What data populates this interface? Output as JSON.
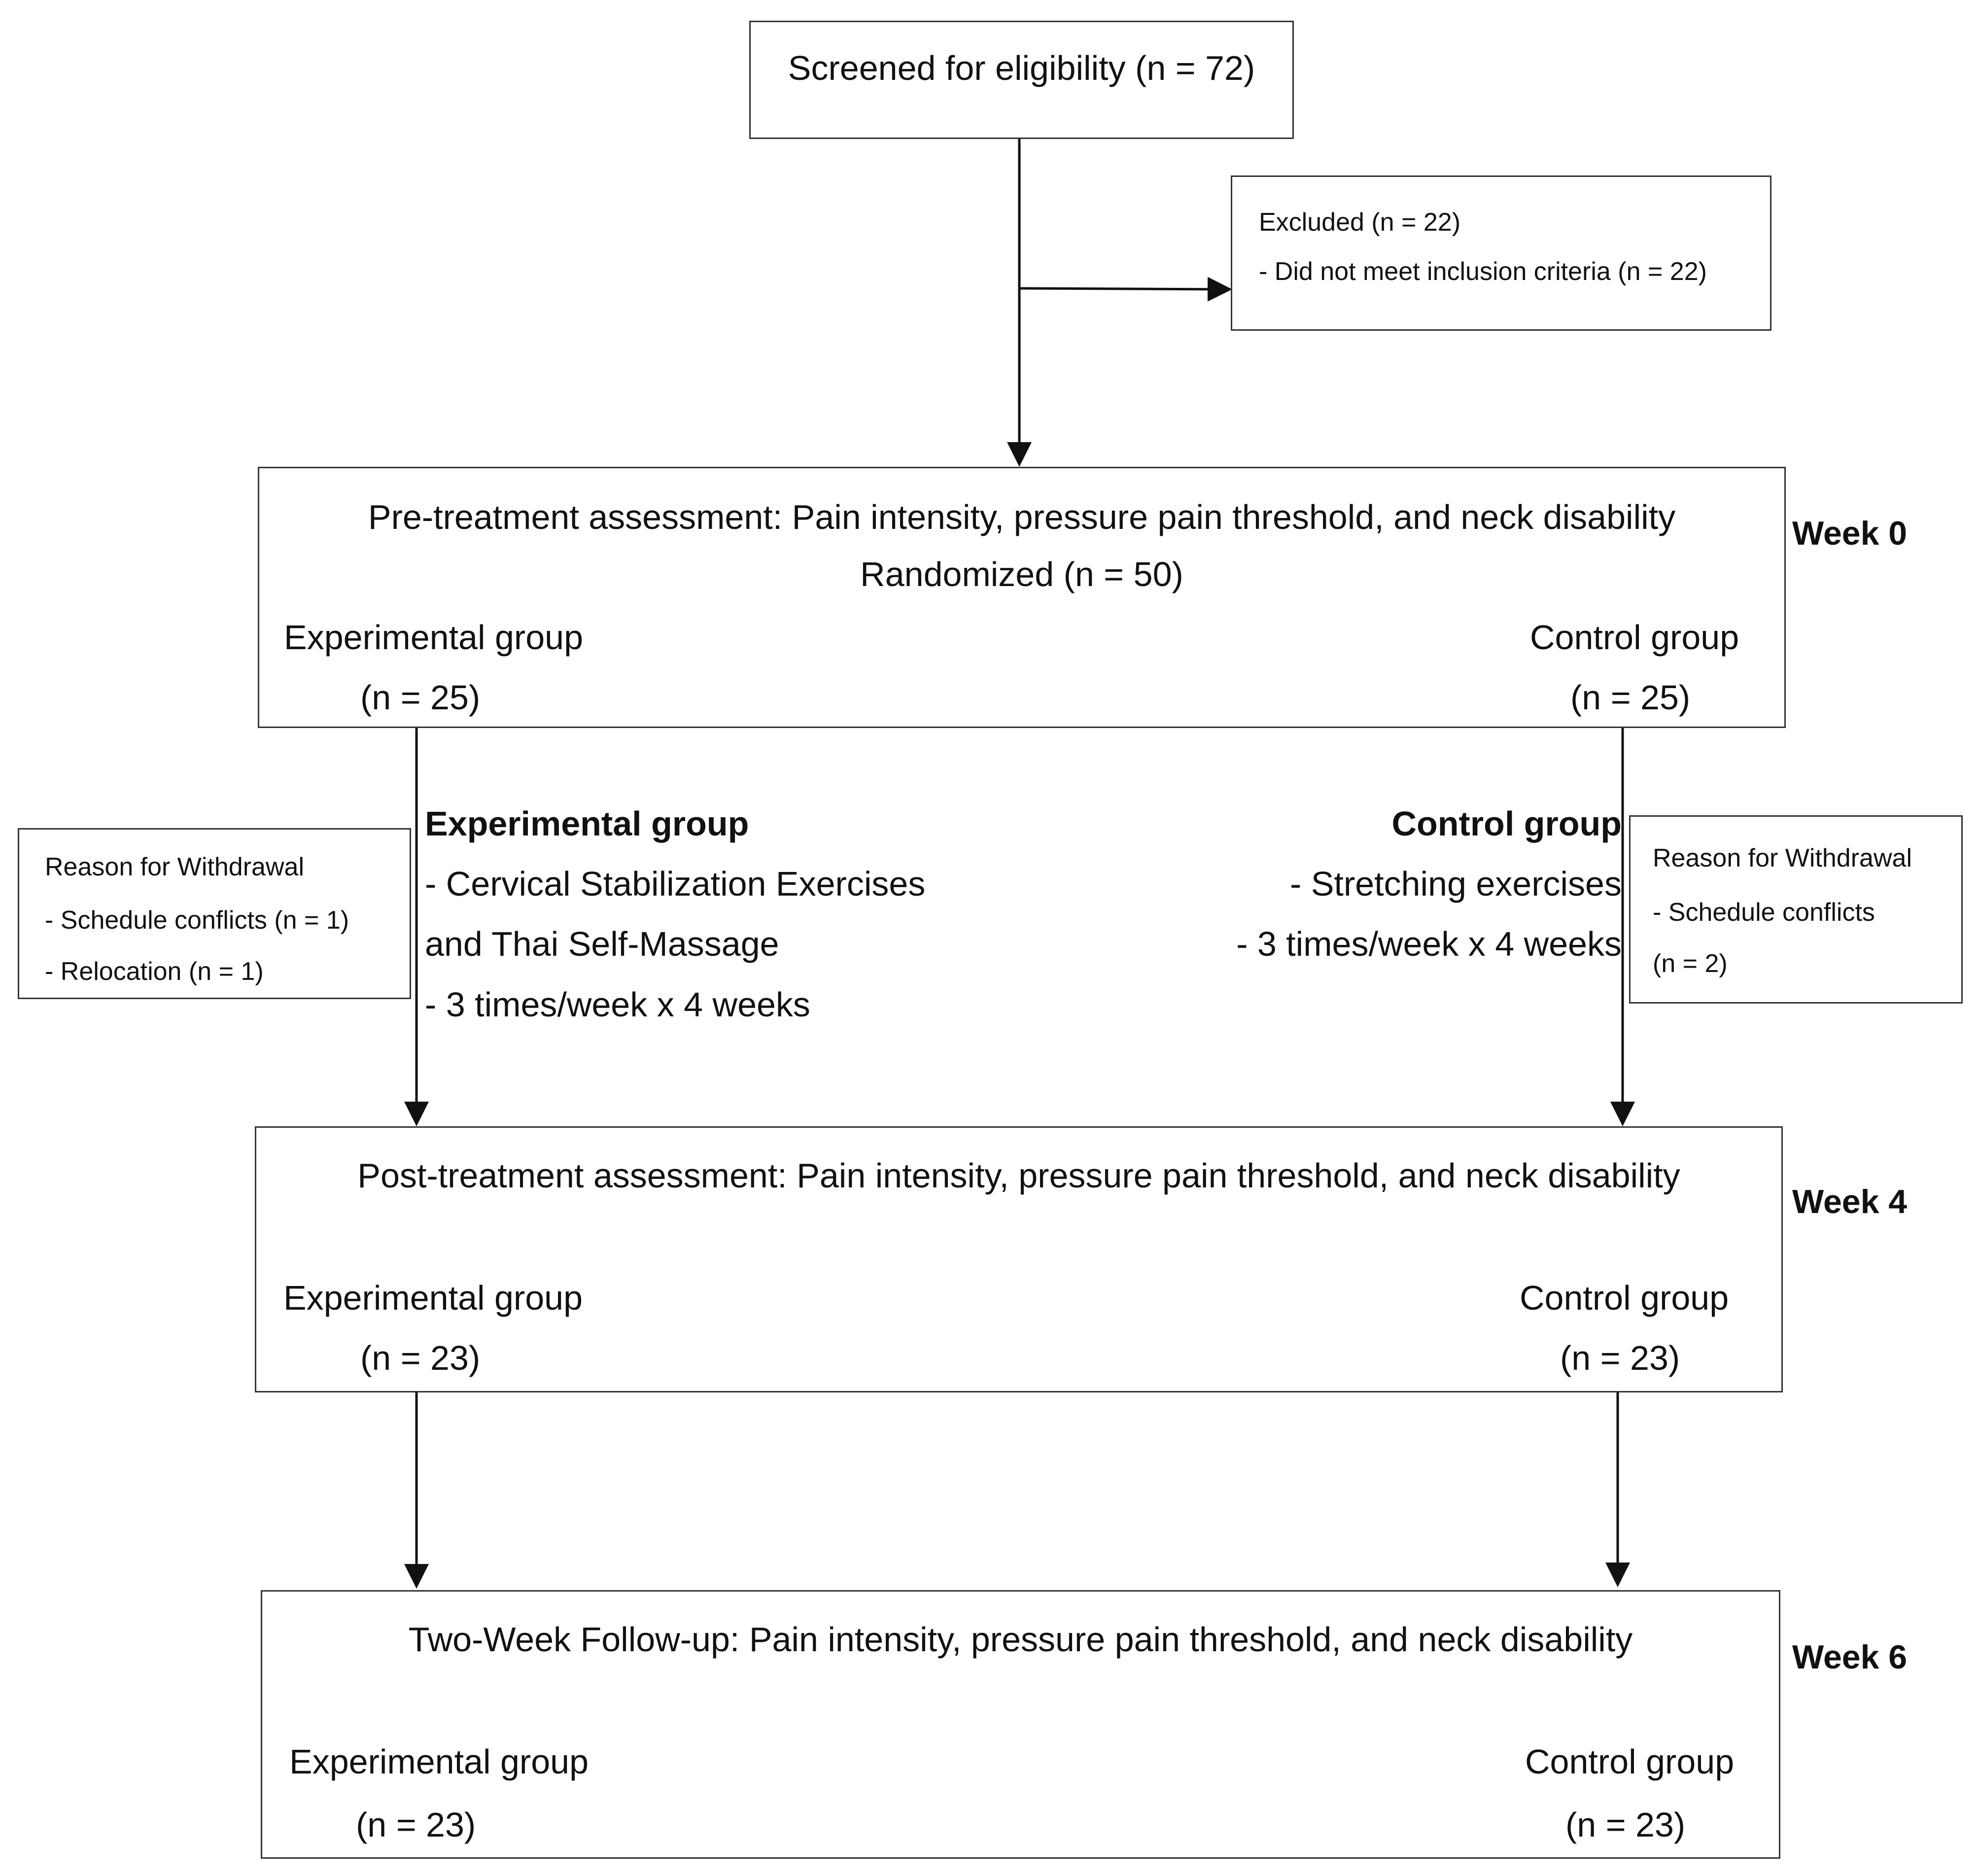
{
  "screened": {
    "text": "Screened for eligibility (n = 72)"
  },
  "excluded": {
    "title": "Excluded (n = 22)",
    "reason": "- Did not meet inclusion criteria (n = 22)"
  },
  "pre": {
    "title": "Pre-treatment assessment: Pain intensity, pressure pain threshold, and neck disability",
    "randomized": "Randomized (n = 50)",
    "exp_label": "Experimental group",
    "exp_n": "(n = 25)",
    "ctrl_label": "Control group",
    "ctrl_n": "(n = 25)",
    "week": "Week 0"
  },
  "intervention": {
    "exp_title": "Experimental group",
    "exp_line1": "- Cervical Stabilization Exercises",
    "exp_line2": "and Thai Self-Massage",
    "exp_line3": "- 3 times/week x 4 weeks",
    "ctrl_title": "Control group",
    "ctrl_line1": "- Stretching exercises",
    "ctrl_line2": "- 3 times/week x 4 weeks"
  },
  "withdrawal_exp": {
    "title": "Reason for Withdrawal",
    "line1": "- Schedule conflicts (n = 1)",
    "line2": "- Relocation (n = 1)"
  },
  "withdrawal_ctrl": {
    "title": "Reason for Withdrawal",
    "line1": "- Schedule conflicts",
    "line2": "(n = 2)"
  },
  "post": {
    "title": "Post-treatment assessment: Pain intensity, pressure pain threshold, and neck disability",
    "exp_label": "Experimental group",
    "exp_n": "(n = 23)",
    "ctrl_label": "Control group",
    "ctrl_n": "(n = 23)",
    "week": "Week 4"
  },
  "followup": {
    "title": "Two-Week Follow-up: Pain intensity, pressure pain threshold, and neck disability",
    "exp_label": "Experimental group",
    "exp_n": "(n = 23)",
    "ctrl_label": "Control group",
    "ctrl_n": "(n = 23)",
    "week": "Week 6"
  }
}
